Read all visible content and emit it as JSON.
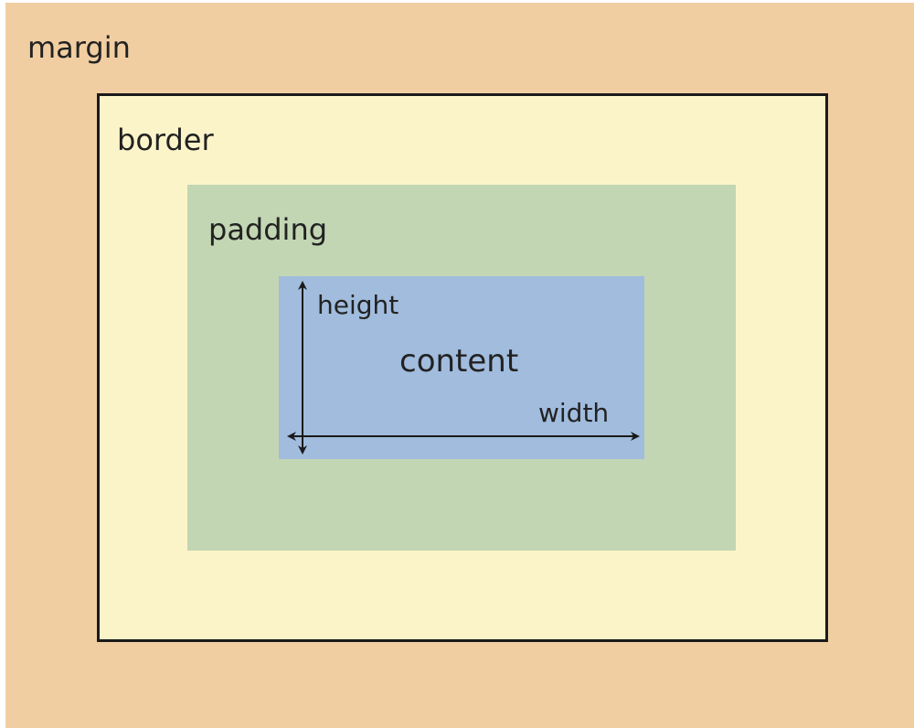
{
  "labels": {
    "margin": "margin",
    "border": "border",
    "padding": "padding",
    "content": "content",
    "height": "height",
    "width": "width"
  },
  "colors": {
    "margin": "#f1cea1",
    "border": "#fcf4c9",
    "padding": "#c2d6b3",
    "content": "#a1bcdd",
    "outline": "#1a1a1a",
    "text": "#222222"
  }
}
